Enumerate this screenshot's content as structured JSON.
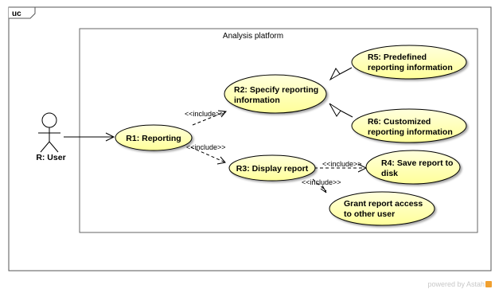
{
  "frame": {
    "label": "uc"
  },
  "system": {
    "name": "Analysis platform"
  },
  "actor": {
    "name": "R: User"
  },
  "use_cases": {
    "r1": [
      "R1: Reporting"
    ],
    "r2": [
      "R2: Specify reporting",
      "information"
    ],
    "r3": [
      "R3: Display report"
    ],
    "r4": [
      "R4: Save report to",
      "disk"
    ],
    "r5": [
      "R5: Predefined",
      "reporting information"
    ],
    "r6": [
      "R6: Customized",
      "reporting information"
    ],
    "r7": [
      "Grant report access",
      "to other user"
    ]
  },
  "relations": {
    "include_label": "<<include>>"
  },
  "colors": {
    "usecase_fill": "#ffffcc",
    "line": "#000000",
    "frame": "#555555"
  },
  "watermark": {
    "text": "powered by Astah"
  }
}
